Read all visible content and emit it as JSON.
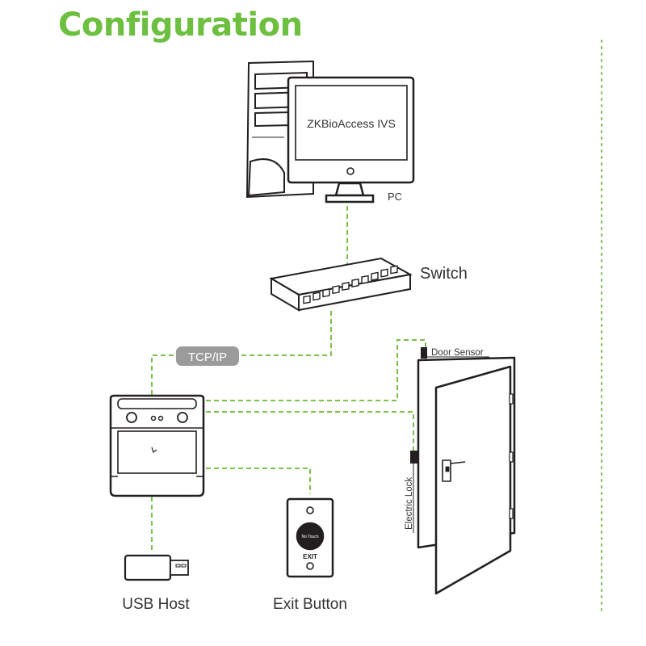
{
  "title": "Configuration",
  "labels": {
    "monitor_screen": "ZKBioAccess IVS",
    "pc": "PC",
    "switch": "Switch",
    "tcp_ip": "TCP/IP",
    "door_sensor": "Door Sensor",
    "electric_lock": "Electric Lock",
    "usb_host": "USB Host",
    "exit_button": "Exit Button",
    "exit_button_face": "EXIT",
    "exit_button_touch": "No Touch"
  },
  "colors": {
    "title": "#6cbf3f",
    "connector": "#7cc04e",
    "device_outline": "#231f20",
    "badge_fill": "#9b9b9b",
    "badge_text": "#ffffff"
  }
}
